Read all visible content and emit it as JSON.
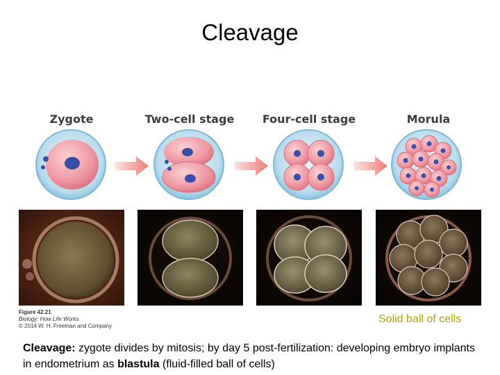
{
  "title": "Cleavage",
  "stages": [
    {
      "label": "Zygote"
    },
    {
      "label": "Two-cell stage"
    },
    {
      "label": "Four-cell stage"
    },
    {
      "label": "Morula"
    }
  ],
  "credit": {
    "figure": "Figure 42.21",
    "book": "Biology: How Life Works",
    "copyright": "© 2014 W. H. Freeman and Company"
  },
  "photo_caption": "Solid ball of cells",
  "description": {
    "term1": "Cleavage:",
    "text1": " zygote divides by mitosis; by day 5 post-fertilization: developing embryo implants in endometrium as ",
    "term2": "blastula",
    "text2": " (fluid-filled ball of cells)"
  },
  "colors": {
    "arrow": "#f08a86",
    "caption": "#b3a300",
    "zona": "#b8dcef",
    "cell": "#ef9aa3",
    "nucleus": "#3a4ea8"
  }
}
